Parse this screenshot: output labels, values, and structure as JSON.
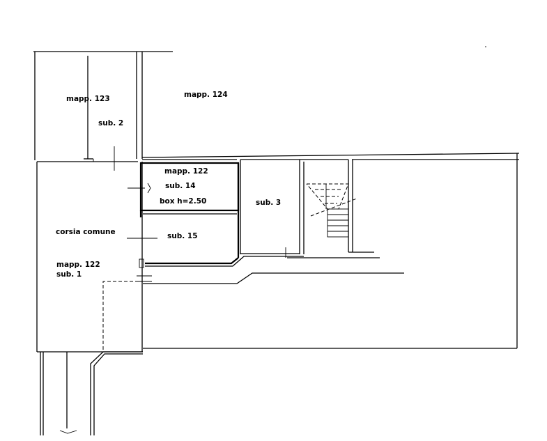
{
  "labels": {
    "mapp_123": "mapp. 123",
    "mapp_124": "mapp. 124",
    "sub_2": "sub. 2",
    "mapp_122_box": "mapp. 122",
    "sub_14": "sub. 14",
    "box_height": "box   h=2.50",
    "sub_3": "sub. 3",
    "corsia_comune": "corsia comune",
    "sub_15": "sub. 15",
    "mapp_122_main": "mapp. 122",
    "sub_1": "sub. 1"
  },
  "colors": {
    "ink": "#000000",
    "paper": "#ffffff"
  }
}
